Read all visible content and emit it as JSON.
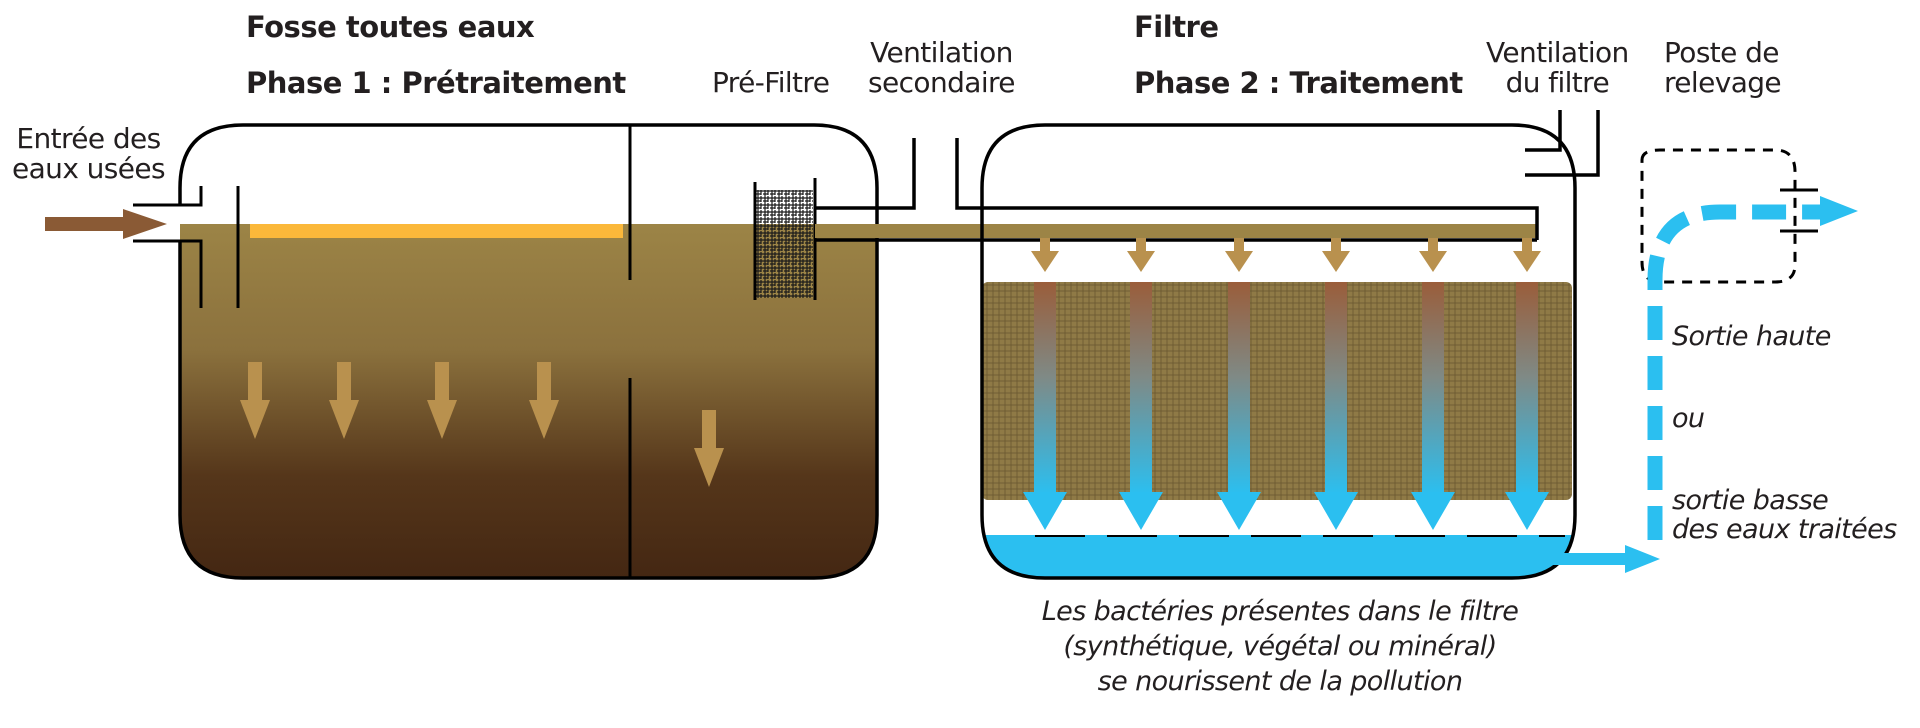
{
  "tank1": {
    "title": "Fosse toutes eaux",
    "phase": "Phase 1 : Prétraitement"
  },
  "tank2": {
    "title": "Filtre",
    "phase": "Phase 2 : Traitement"
  },
  "labels": {
    "inlet": "Entrée des\neaux usées",
    "prefilter": "Pré-Filtre",
    "vent_secondary": "Ventilation\nsecondaire",
    "vent_filter": "Ventilation\ndu filtre",
    "pump_station": "Poste de\nrelevage",
    "outlet_high": "Sortie haute",
    "or": "ou",
    "outlet_low": "sortie basse\ndes eaux traitées",
    "caption": "Les bactéries présentes dans le filtre\n(synthétique, végétal ou minéral)\nse nourissent de la pollution"
  },
  "colors": {
    "sludge_top": "#9c8446",
    "sludge_bottom": "#432612",
    "scum": "#fbb83a",
    "arrow_tan": "#b9914e",
    "inlet_arrow": "#8a5a35",
    "treated_water": "#2bbff0",
    "filter_media": "#8b7645",
    "outline": "#000000"
  }
}
